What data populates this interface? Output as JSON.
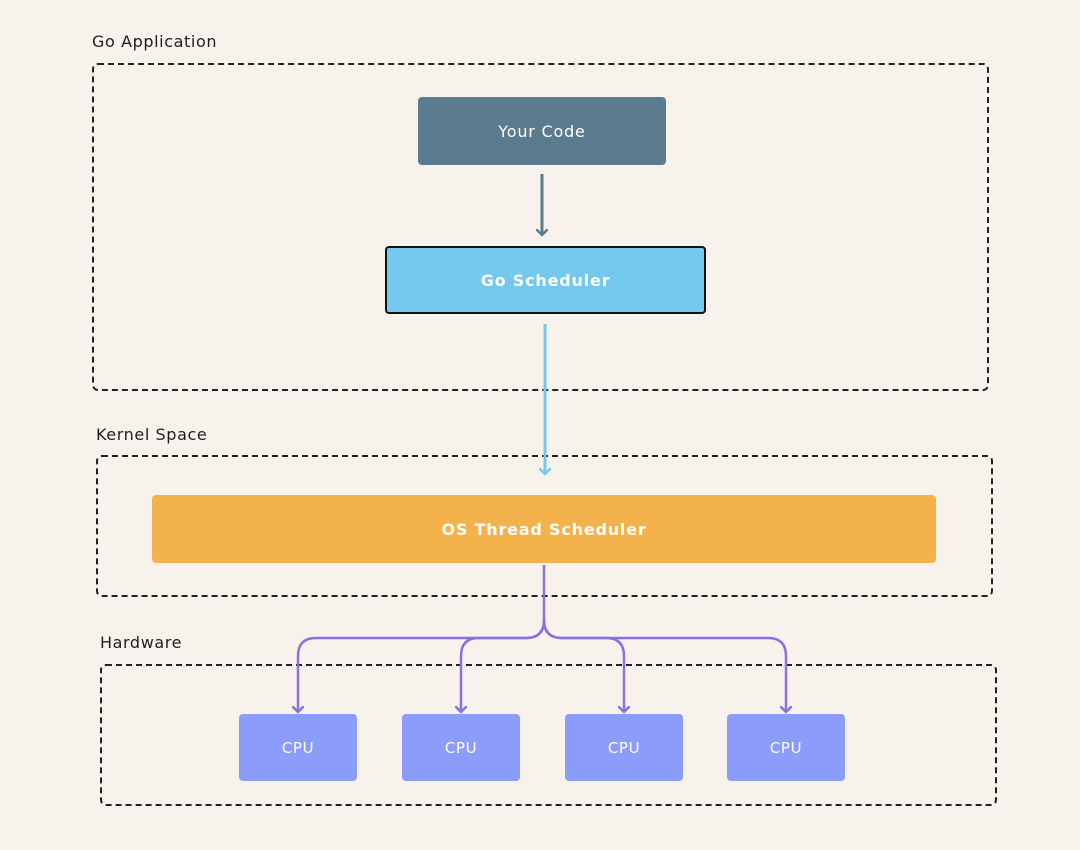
{
  "groups": {
    "application": {
      "label": "Go Application"
    },
    "kernel": {
      "label": "Kernel Space"
    },
    "hardware": {
      "label": "Hardware"
    }
  },
  "nodes": {
    "your_code": {
      "label": "Your Code"
    },
    "go_scheduler": {
      "label": "Go Scheduler"
    },
    "os_thread_scheduler": {
      "label": "OS Thread Scheduler"
    },
    "cpus": [
      {
        "label": "CPU"
      },
      {
        "label": "CPU"
      },
      {
        "label": "CPU"
      },
      {
        "label": "CPU"
      }
    ]
  },
  "edges": [
    {
      "from": "Your Code",
      "to": "Go Scheduler"
    },
    {
      "from": "Go Scheduler",
      "to": "OS Thread Scheduler"
    },
    {
      "from": "OS Thread Scheduler",
      "to": "CPU 1"
    },
    {
      "from": "OS Thread Scheduler",
      "to": "CPU 2"
    },
    {
      "from": "OS Thread Scheduler",
      "to": "CPU 3"
    },
    {
      "from": "OS Thread Scheduler",
      "to": "CPU 4"
    }
  ],
  "colors": {
    "background": "#f7f3ec",
    "your_code": "#5b7b8e",
    "go_scheduler": "#72c9ed",
    "os_thread_scheduler": "#f4b24d",
    "cpu": "#8c9cfb",
    "arrow_code": "#5b7b8e",
    "arrow_go": "#72c9ed",
    "arrow_os": "#8a70e0"
  }
}
